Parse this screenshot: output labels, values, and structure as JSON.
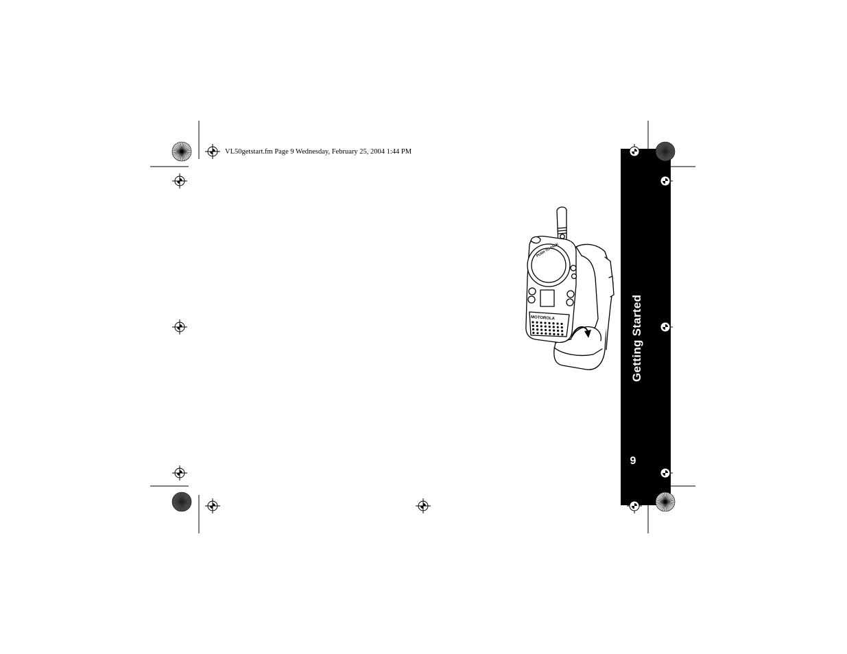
{
  "print_header": {
    "text": "VL50getstart.fm  Page 9  Wednesday, February 25, 2004  1:44 PM"
  },
  "side_tab": {
    "title": "Getting Started",
    "page_number": "9",
    "background": "#000000",
    "text_color": "#ffffff"
  },
  "illustration": {
    "brand_text": "MOTOROLA"
  }
}
